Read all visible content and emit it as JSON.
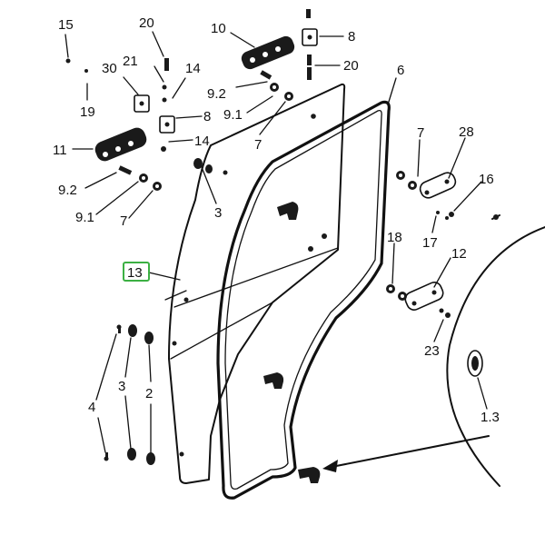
{
  "labels": {
    "l15": "15",
    "l20a": "20",
    "l10": "10",
    "l8a": "8",
    "l30": "30",
    "l21": "21",
    "l14a": "14",
    "l20b": "20",
    "l6": "6",
    "l19": "19",
    "l92a": "9.2",
    "l91a": "9.1",
    "l8b": "8",
    "l7a": "7",
    "l11": "11",
    "l14b": "14",
    "l92b": "9.2",
    "l91b": "9.1",
    "l7b": "7",
    "l3a": "3",
    "l7c": "7",
    "l28": "28",
    "l16": "16",
    "l18": "18",
    "l17": "17",
    "l12": "12",
    "l13": "13",
    "l4": "4",
    "l3b": "3",
    "l2": "2",
    "l23": "23",
    "l13b": "1.3"
  }
}
